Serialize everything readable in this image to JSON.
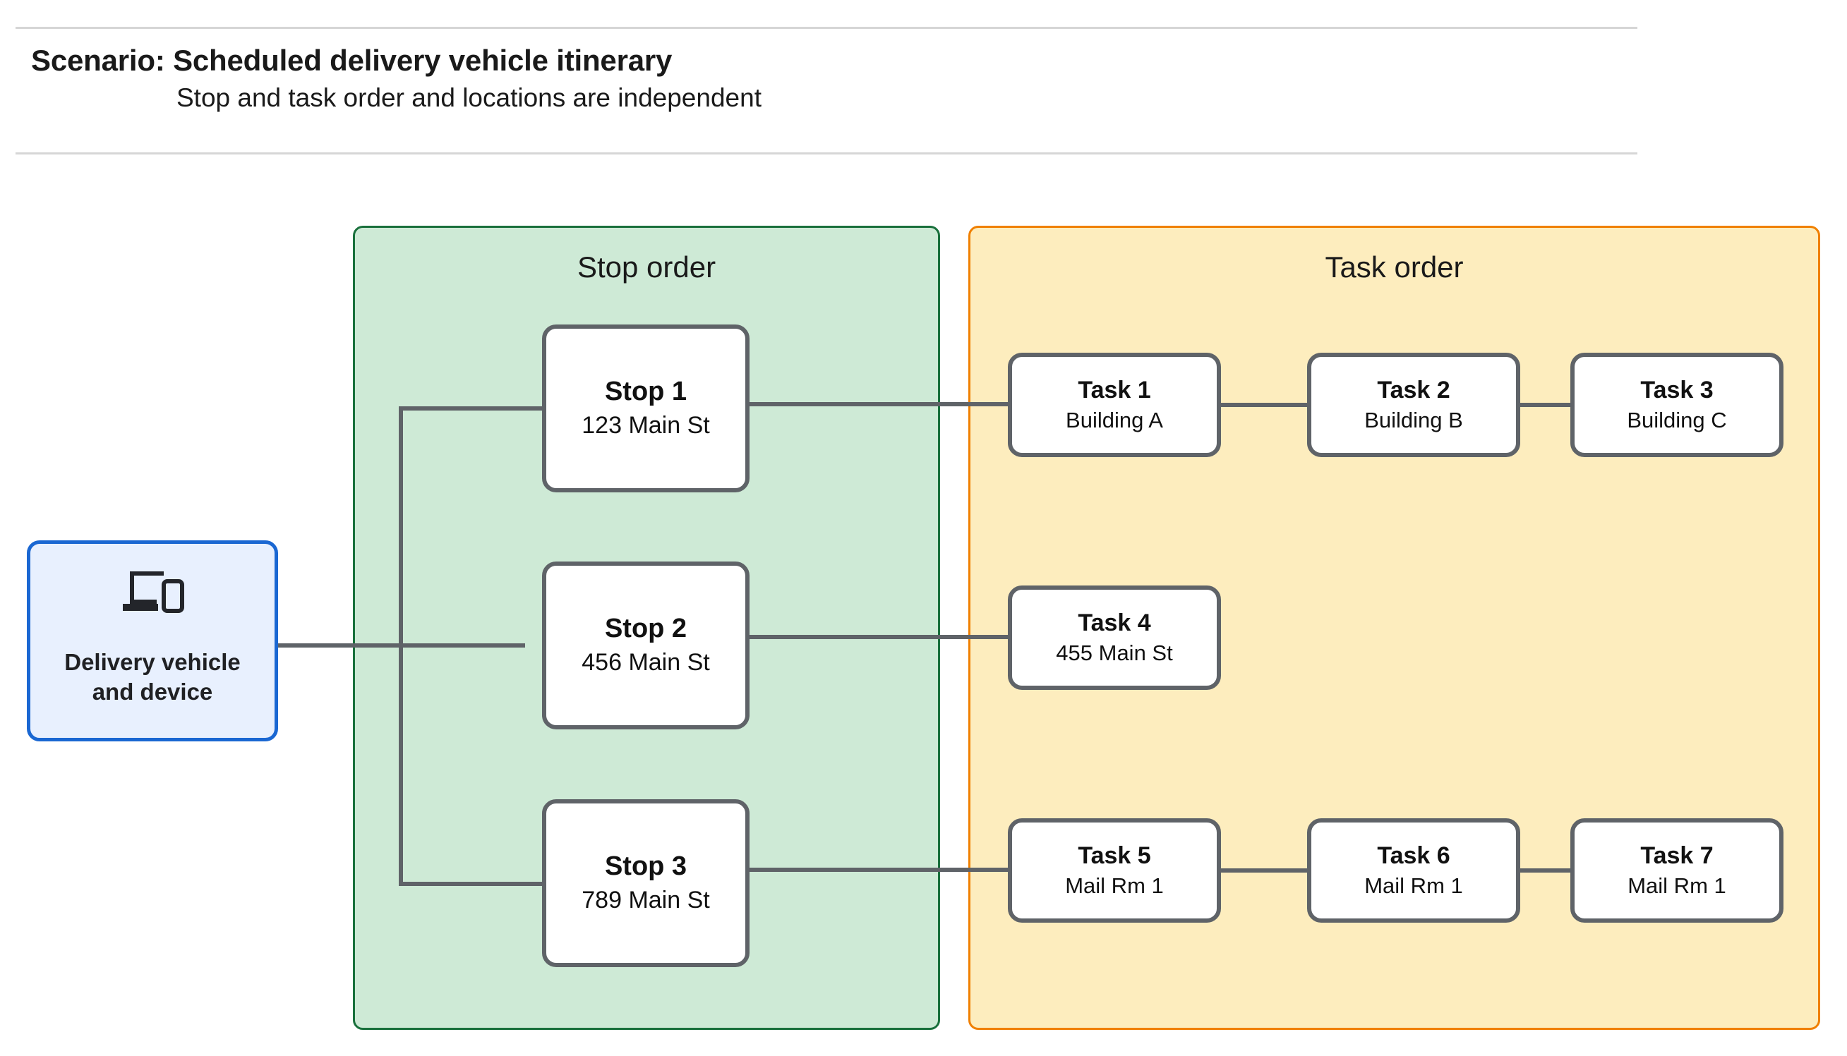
{
  "header": {
    "title": "Scenario: Scheduled delivery vehicle itinerary",
    "subtitle": "Stop and task order and locations are independent"
  },
  "device": {
    "icon": "devices-icon",
    "label": "Delivery vehicle\nand device"
  },
  "panels": {
    "stop": {
      "title": "Stop order",
      "fill": "#ceead6",
      "border": "#19703c"
    },
    "task": {
      "title": "Task order",
      "fill": "#fdedbe",
      "border": "#f08000"
    }
  },
  "stops": [
    {
      "title": "Stop 1",
      "address": "123 Main St"
    },
    {
      "title": "Stop 2",
      "address": "456 Main St"
    },
    {
      "title": "Stop 3",
      "address": "789 Main St"
    }
  ],
  "tasks": [
    {
      "title": "Task 1",
      "location": "Building A"
    },
    {
      "title": "Task 2",
      "location": "Building B"
    },
    {
      "title": "Task 3",
      "location": "Building C"
    },
    {
      "title": "Task 4",
      "location": "455 Main St"
    },
    {
      "title": "Task 5",
      "location": "Mail Rm 1"
    },
    {
      "title": "Task 6",
      "location": "Mail Rm 1"
    },
    {
      "title": "Task 7",
      "location": "Mail Rm 1"
    }
  ],
  "colors": {
    "connector": "#5f6368",
    "node_border": "#5f6368",
    "device_border": "#1a67d2",
    "device_fill": "#e8f0fe",
    "rule": "#d6d6d6"
  }
}
